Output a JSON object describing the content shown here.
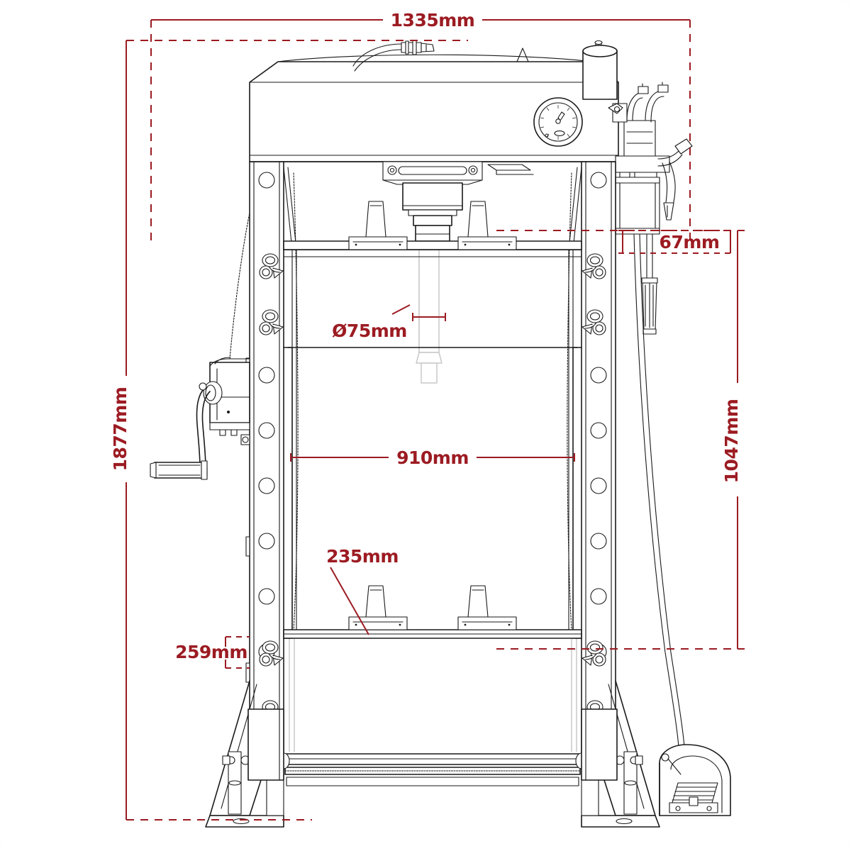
{
  "document": {
    "type": "technical-dimension-drawing",
    "subject": "Hydraulic Workshop Press - Front Elevation",
    "background_color": "#ffffff",
    "page_border_color": "#e2e2e2",
    "line_color": "#1a1a1a",
    "ghost_line_color": "#cccccc",
    "dimension_color": "#9c1b22"
  },
  "dimensions": {
    "overall_width": {
      "label": "1335mm",
      "value": 1335,
      "unit": "mm",
      "orientation": "horizontal",
      "position": "top"
    },
    "overall_height": {
      "label": "1877mm",
      "value": 1877,
      "unit": "mm",
      "orientation": "vertical",
      "position": "left"
    },
    "ram_diameter": {
      "label": "Ø75mm",
      "value": 75,
      "unit": "mm",
      "orientation": "leader",
      "position": "center-upper"
    },
    "working_width": {
      "label": "910mm",
      "value": 910,
      "unit": "mm",
      "orientation": "horizontal",
      "position": "center"
    },
    "bed_thickness": {
      "label": "235mm",
      "value": 235,
      "unit": "mm",
      "orientation": "leader",
      "position": "lower-left"
    },
    "base_offset": {
      "label": "259mm",
      "value": 259,
      "unit": "mm",
      "orientation": "horizontal",
      "position": "lower-left"
    },
    "pump_offset": {
      "label": "67mm",
      "value": 67,
      "unit": "mm",
      "orientation": "horizontal",
      "position": "upper-right"
    },
    "working_height": {
      "label": "1047mm",
      "value": 1047,
      "unit": "mm",
      "orientation": "vertical",
      "position": "right"
    }
  },
  "components": {
    "press_head": "press-head-beam",
    "pressure_gauge": "pressure-gauge",
    "oil_reservoir": "oil-reservoir-tank",
    "hydraulic_ram": "hydraulic-ram-cylinder",
    "ram_ghost": "ram-extended-ghost",
    "frame_upright_left": "frame-upright-left",
    "frame_upright_right": "frame-upright-right",
    "pin_holes": "frame-pin-holes",
    "safety_clips": "safety-r-clips",
    "winch": "cable-winch-assembly",
    "winch_crank": "winch-hand-crank",
    "bed_table": "press-bed-table",
    "bed_blocks": "press-bed-v-blocks",
    "base_feet": "base-splayed-feet",
    "foot_pedal": "air-foot-pedal",
    "hydraulic_hose": "hydraulic-hose",
    "release_handle": "pressure-release-handle",
    "pump_lever": "pump-lever-handle"
  }
}
